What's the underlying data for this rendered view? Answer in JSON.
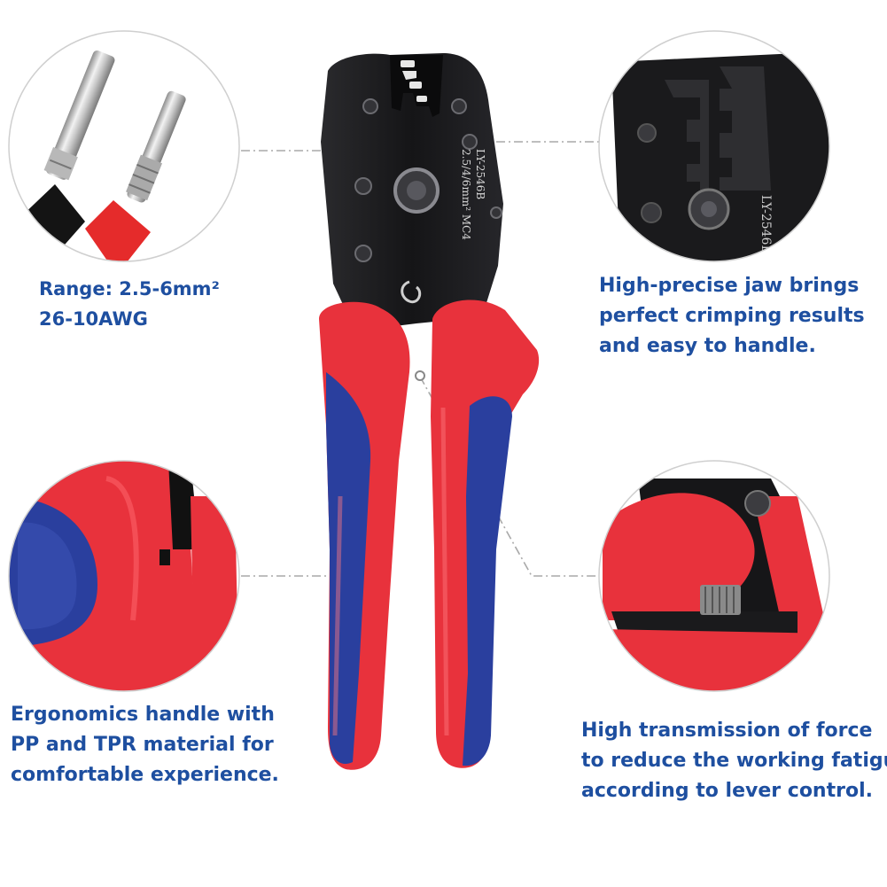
{
  "captions": {
    "range": [
      "Range: 2.5-6mm²",
      "26-10AWG"
    ],
    "jaw": [
      "High-precise jaw brings",
      "perfect crimping results",
      "and easy to handle."
    ],
    "handle": [
      "Ergonomics handle with",
      "PP and TPR material for",
      "comfortable experience."
    ],
    "force": [
      "High transmission of force",
      "to reduce the working fatigue",
      "according to lever control."
    ]
  },
  "tool_engraving": [
    "LY-2546B",
    "2.5/4/6mm² MC4"
  ],
  "colors": {
    "caption_text": "#1e4fa0",
    "handle_red": "#e8323c",
    "handle_blue": "#2a3f9e",
    "tool_steel": "#1b1b1d",
    "callout_line": "#a9a9a9",
    "circle_border": "#cfcfcf"
  }
}
